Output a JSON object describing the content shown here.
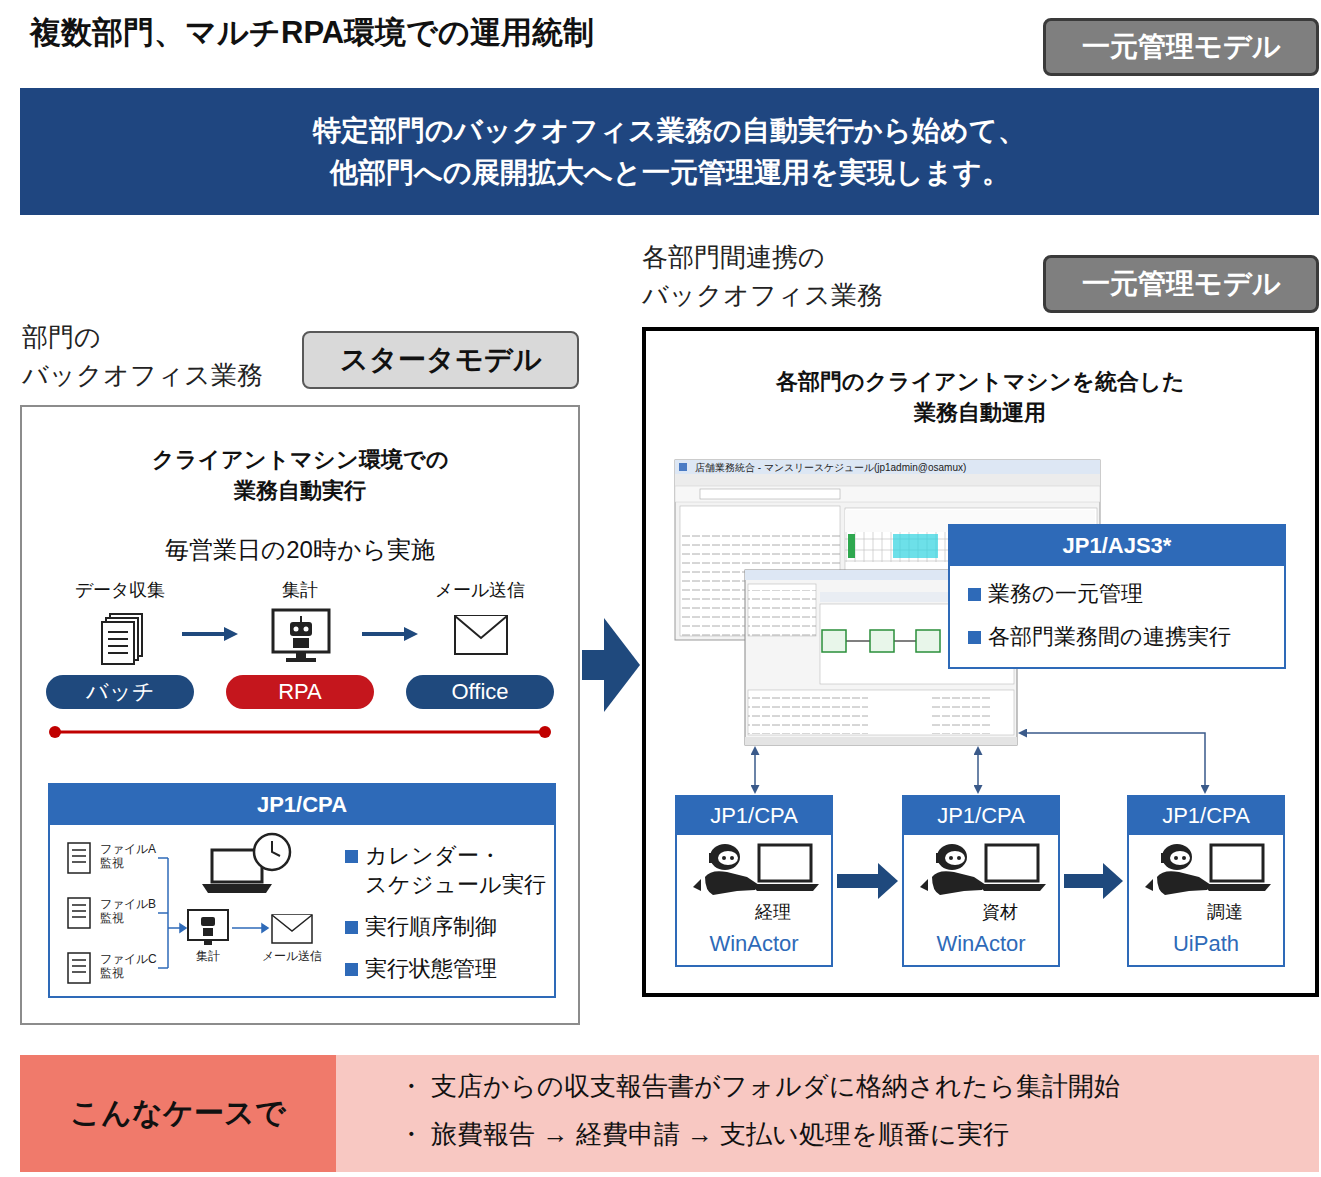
{
  "diagram": {
    "title": "複数部門、マルチRPA環境での運用統制",
    "nodes": [
      {
        "text": [
          "一元管理モデル"
        ]
      },
      {
        "text": [
          "特定部門のバックオフィス業務の自動実行から始めて、 他部門への展開拡大へと一元管理運用を実現します。"
        ]
      },
      {
        "text": [
          "スタータモデル"
        ]
      },
      {
        "text": [
          "部門の バックオフィス業務",
          "クライアントマシン環境での 業務自動実行",
          "毎営業日の20時から実施"
        ]
      },
      {
        "text": [
          "データ収集",
          "バッチ"
        ],
        "in": 3
      },
      {
        "text": [
          "集計",
          "RPA"
        ],
        "in": 3
      },
      {
        "text": [
          "メール送信",
          "Office"
        ],
        "in": 3
      },
      {
        "text": [
          "JP1/CPA",
          "カレンダー・ スケジュール実行",
          "実行順序制御",
          "実行状態管理"
        ],
        "in": 3
      },
      {
        "text": [
          "一元管理モデル"
        ]
      },
      {
        "text": [
          "各部門間連携の バックオフィス業務",
          "各部門のクライアントマシンを統合した 業務自動運用"
        ]
      },
      {
        "text": [
          "店舗業務統合 - マンスリースケジュール(jp1admin@osamux)"
        ],
        "in": 9
      },
      {
        "text": [
          "JP1/AJS3*",
          "業務の一元管理",
          "各部門業務間の連携実行"
        ],
        "in": 9
      },
      {
        "text": [
          "JP1/CPA",
          "経理",
          "WinActor"
        ],
        "in": 9
      },
      {
        "text": [
          "JP1/CPA",
          "資材",
          "WinActor"
        ],
        "in": 9
      },
      {
        "text": [
          "JP1/CPA",
          "調達",
          "UiPath"
        ],
        "in": 9
      },
      {
        "text": [
          "こんなケースで"
        ]
      },
      {
        "text": [
          "・ 支店からの収支報告書がフォルダに格納されたら集計開始",
          "・ 旅費報告 → 経費申請 → 支払い処理を順番に実行"
        ]
      }
    ],
    "edges": [
      {
        "from": 4,
        "to": 5,
        "arrow": "to"
      },
      {
        "from": 5,
        "to": 6,
        "arrow": "to"
      },
      {
        "from": 3,
        "to": 9,
        "arrow": "to"
      },
      {
        "from": 10,
        "to": 12,
        "arrow": "both"
      },
      {
        "from": 10,
        "to": 13,
        "arrow": "both"
      },
      {
        "from": 10,
        "to": 14,
        "arrow": "both"
      },
      {
        "from": 12,
        "to": 13,
        "arrow": "to"
      },
      {
        "from": 13,
        "to": 14,
        "arrow": "to"
      }
    ],
    "labels": [
      "ファイルA 監視",
      "ファイルB 監視",
      "ファイルC 監視",
      "集計",
      "メール送信"
    ]
  }
}
